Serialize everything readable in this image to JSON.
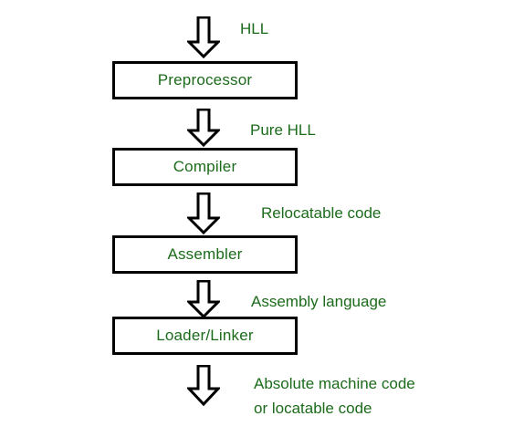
{
  "stages": [
    {
      "id": "preprocessor",
      "label": "Preprocessor"
    },
    {
      "id": "compiler",
      "label": "Compiler"
    },
    {
      "id": "assembler",
      "label": "Assembler"
    },
    {
      "id": "loader_linker",
      "label": "Loader/Linker"
    }
  ],
  "flow_labels": {
    "input": "HLL",
    "after_preprocessor": "Pure HLL",
    "after_compiler": "Relocatable code",
    "after_assembler": "Assembly language",
    "output_line1": "Absolute machine code",
    "output_line2": "or locatable code"
  },
  "colors": {
    "text": "#1b6b1b",
    "box_border": "#000000",
    "arrow_stroke": "#000000"
  }
}
